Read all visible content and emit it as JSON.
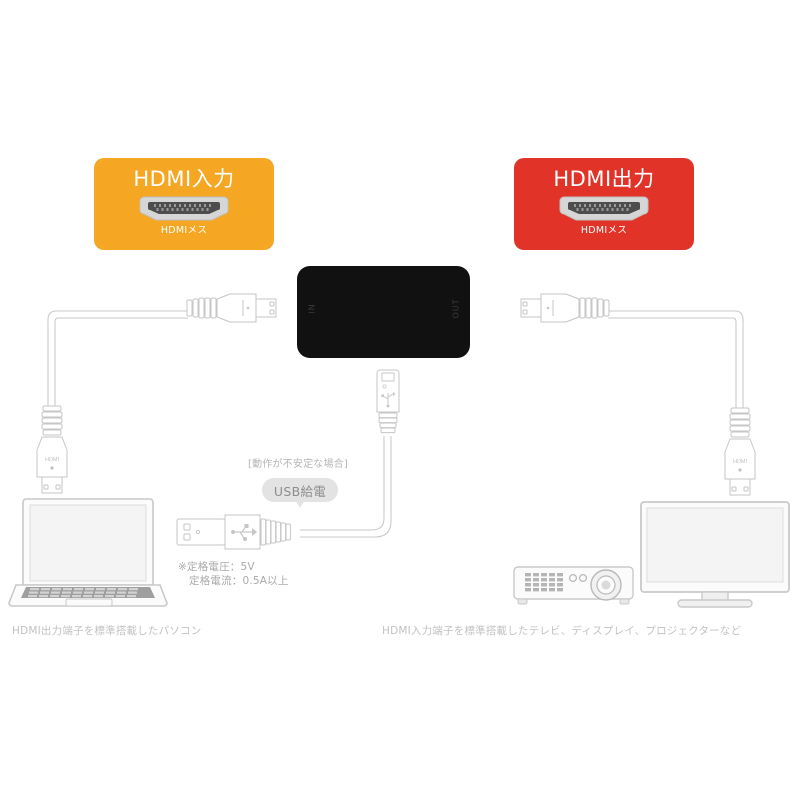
{
  "diagram": {
    "title": "HDMI converter connection diagram",
    "colors": {
      "input_card": "#F5A623",
      "output_card": "#E13327",
      "device_body": "#111111",
      "line": "#c9c9c9",
      "text": "#bdbdbd",
      "bubble": "#e3e3e3"
    }
  },
  "input_card": {
    "title": "HDMI入力",
    "subtitle": "HDMIメス",
    "port_icon": "hdmi-female-port-icon"
  },
  "output_card": {
    "title": "HDMI出力",
    "subtitle": "HDMIメス",
    "port_icon": "hdmi-female-port-icon"
  },
  "device": {
    "in_label": "IN",
    "out_label": "OUT"
  },
  "usb_power": {
    "note": "[動作が不安定な場合]",
    "bubble_label": "USB給電",
    "spec_line1": "※定格電圧：5V",
    "spec_line2": "定格電流：0.5A以上"
  },
  "captions": {
    "left": "HDMI出力端子を標準搭載したパソコン",
    "right": "HDMI入力端子を標準搭載したテレビ、ディスプレイ、プロジェクターなど"
  },
  "connector_marks": {
    "left_plug_text": "HDMI",
    "right_plug_text": "HDMI"
  },
  "devices": {
    "laptop": "laptop-icon",
    "projector": "projector-icon",
    "tv": "television-icon"
  }
}
